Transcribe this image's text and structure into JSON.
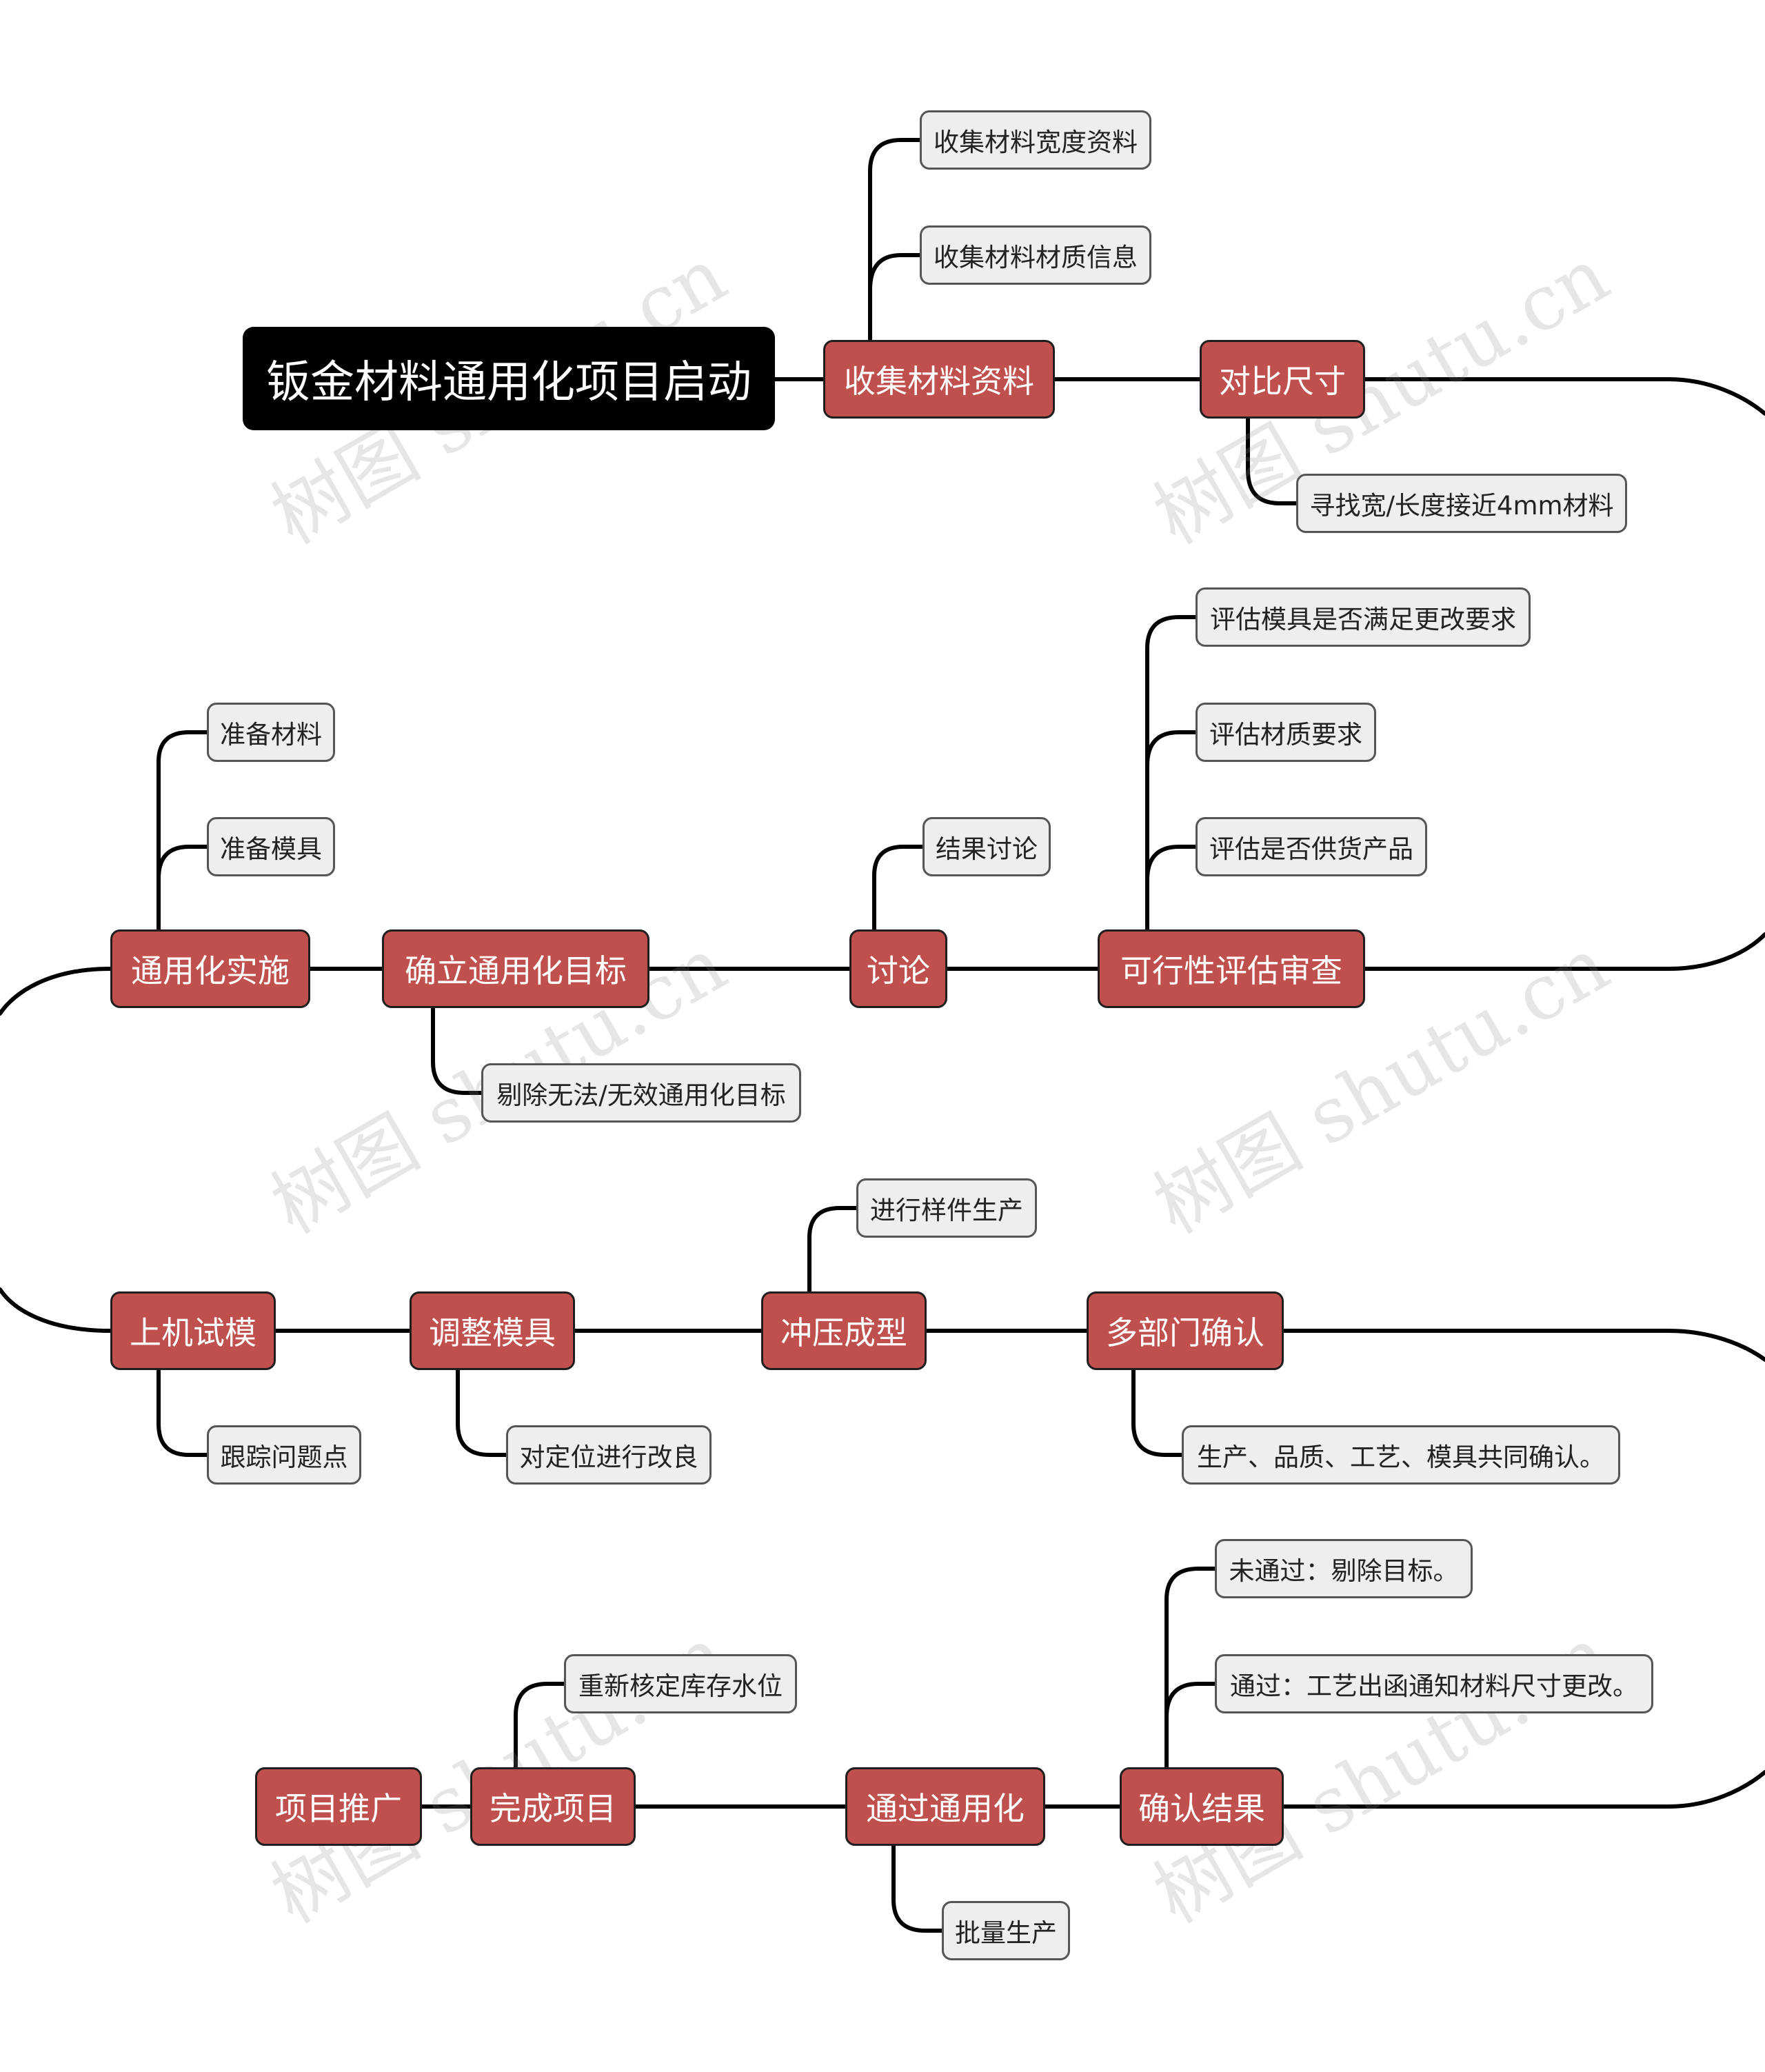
{
  "root": {
    "label": "钣金材料通用化项目启动"
  },
  "main_nodes": {
    "collect": "收集材料资料",
    "compare": "对比尺寸",
    "feasibility": "可行性评估审查",
    "discuss": "讨论",
    "goal": "确立通用化目标",
    "implement": "通用化实施",
    "trial": "上机试模",
    "adjust": "调整模具",
    "stamping": "冲压成型",
    "confirm": "多部门确认",
    "result": "确认结果",
    "pass": "通过通用化",
    "complete": "完成项目",
    "promote": "项目推广"
  },
  "leaf_nodes": {
    "collect_width": "收集材料宽度资料",
    "collect_material": "收集材料材质信息",
    "find_4mm": "寻找宽/长度接近4mm材料",
    "eval_mold": "评估模具是否满足更改要求",
    "eval_material": "评估材质要求",
    "eval_supply": "评估是否供货产品",
    "discuss_result": "结果讨论",
    "remove_invalid": "剔除无法/无效通用化目标",
    "prep_material": "准备材料",
    "prep_mold": "准备模具",
    "track_issue": "跟踪问题点",
    "improve_position": "对定位进行改良",
    "sample_production": "进行样件生产",
    "joint_confirm": "生产、品质、工艺、模具共同确认。",
    "not_pass": "未通过：剔除目标。",
    "pass_notice": "通过：工艺出函通知材料尺寸更改。",
    "recheck_stock": "重新核定库存水位",
    "mass_production": "批量生产"
  },
  "watermark": "树图 shutu.cn"
}
